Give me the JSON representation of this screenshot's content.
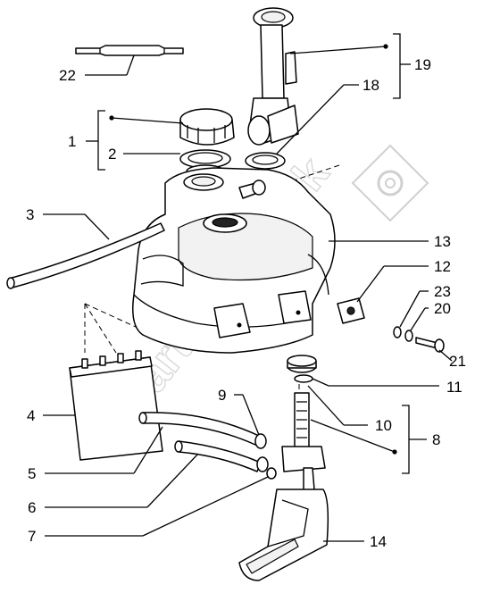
{
  "watermark": "PartsRepublik",
  "callouts": {
    "c1": "1",
    "c2": "2",
    "c3": "3",
    "c4": "4",
    "c5": "5",
    "c6": "6",
    "c7": "7",
    "c8": "8",
    "c9": "9",
    "c10": "10",
    "c11": "11",
    "c12": "12",
    "c13": "13",
    "c14": "14",
    "c18": "18",
    "c19": "19",
    "c20": "20",
    "c21": "21",
    "c22": "22",
    "c23": "23"
  }
}
